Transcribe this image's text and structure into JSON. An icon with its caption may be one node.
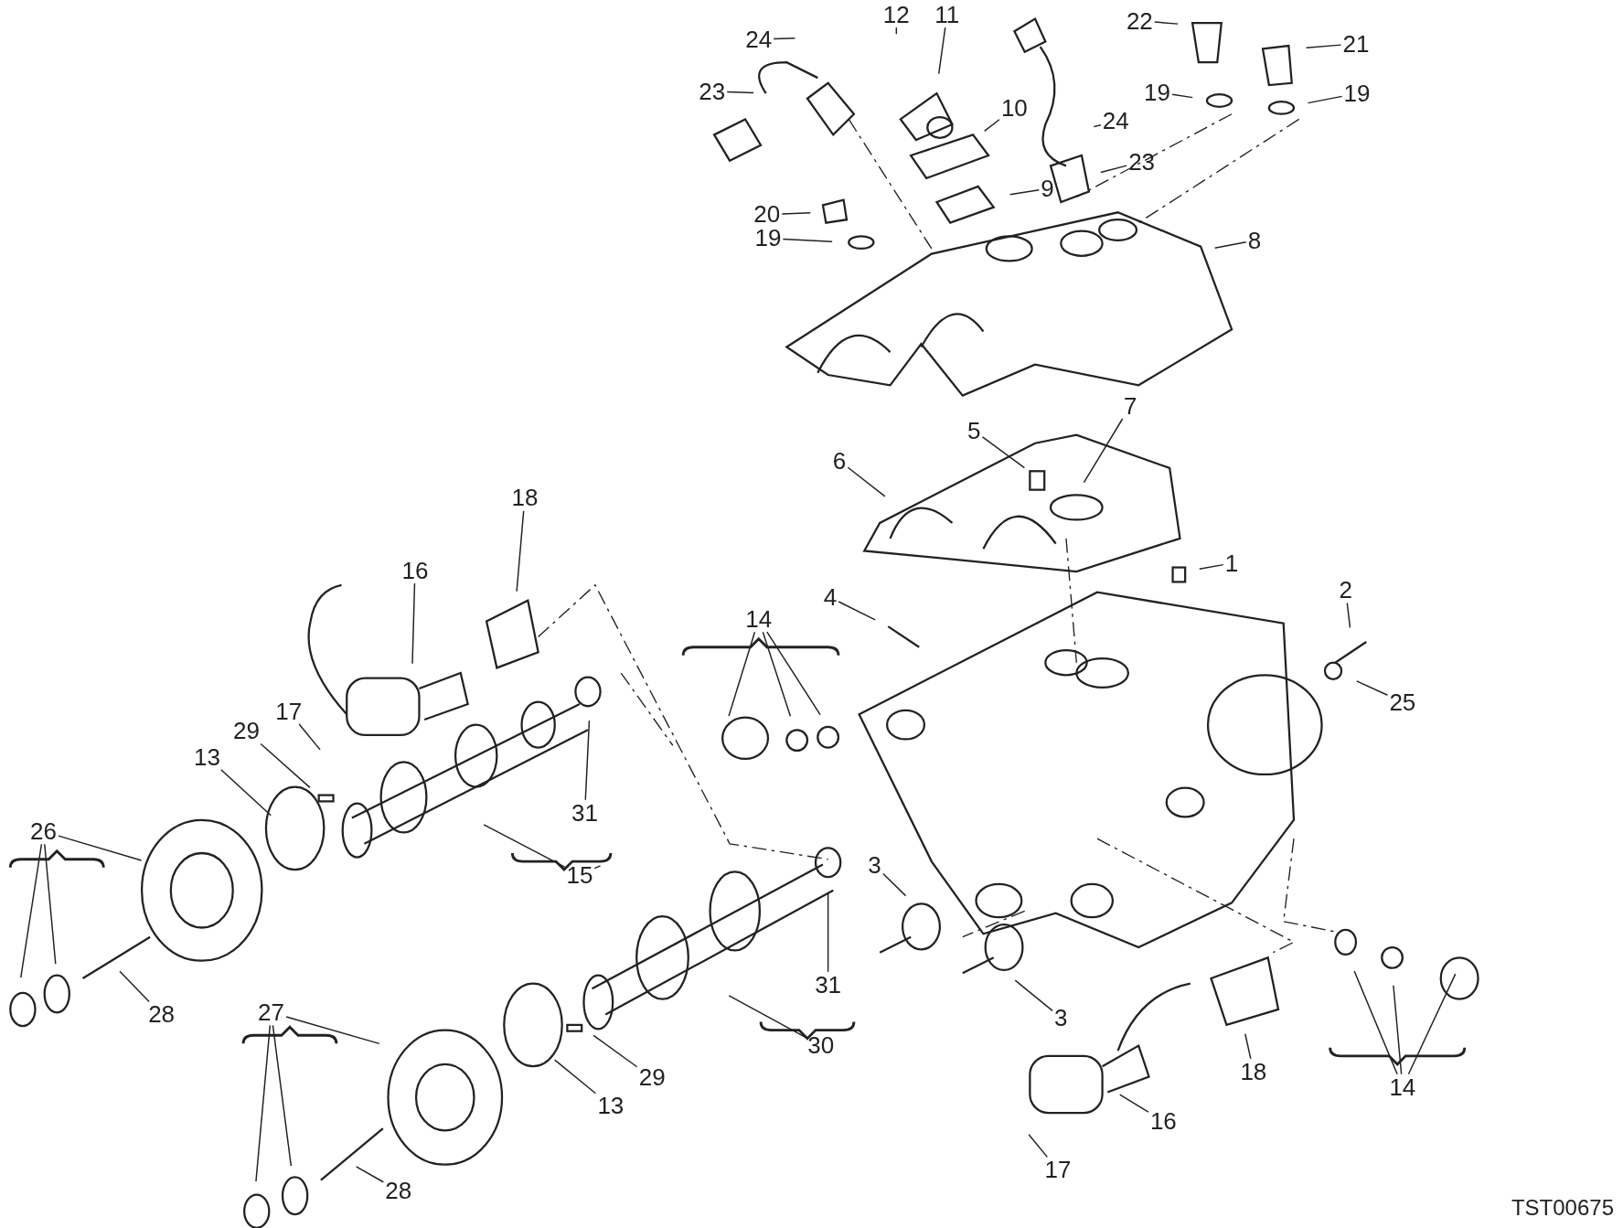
{
  "diagram": {
    "nodes": [
      {
        "text": [
          "24"
        ]
      },
      {
        "text": [
          "12"
        ]
      },
      {
        "text": [
          "11"
        ]
      },
      {
        "text": [
          "23"
        ]
      },
      {
        "text": [
          "22"
        ]
      },
      {
        "text": [
          "21"
        ]
      },
      {
        "text": [
          "19"
        ]
      },
      {
        "text": [
          "19"
        ]
      },
      {
        "text": [
          "10"
        ]
      },
      {
        "text": [
          "24"
        ]
      },
      {
        "text": [
          "23"
        ]
      },
      {
        "text": [
          "9"
        ]
      },
      {
        "text": [
          "20"
        ]
      },
      {
        "text": [
          "19"
        ]
      },
      {
        "text": [
          "8"
        ]
      },
      {
        "text": [
          "7"
        ]
      },
      {
        "text": [
          "5"
        ]
      },
      {
        "text": [
          "6"
        ]
      },
      {
        "text": [
          "18"
        ]
      },
      {
        "text": [
          "16"
        ]
      },
      {
        "text": [
          "1"
        ]
      },
      {
        "text": [
          "4"
        ]
      },
      {
        "text": [
          "14"
        ]
      },
      {
        "text": [
          "2"
        ]
      },
      {
        "text": [
          "25"
        ]
      },
      {
        "text": [
          "17"
        ]
      },
      {
        "text": [
          "29"
        ]
      },
      {
        "text": [
          "13"
        ]
      },
      {
        "text": [
          "31"
        ]
      },
      {
        "text": [
          "15"
        ]
      },
      {
        "text": [
          "26"
        ]
      },
      {
        "text": [
          "3"
        ]
      },
      {
        "text": [
          "31"
        ]
      },
      {
        "text": [
          "28"
        ]
      },
      {
        "text": [
          "30"
        ]
      },
      {
        "text": [
          "3"
        ]
      },
      {
        "text": [
          "18"
        ]
      },
      {
        "text": [
          "14"
        ]
      },
      {
        "text": [
          "27"
        ]
      },
      {
        "text": [
          "13"
        ]
      },
      {
        "text": [
          "29"
        ]
      },
      {
        "text": [
          "16"
        ]
      },
      {
        "text": [
          "28"
        ]
      },
      {
        "text": [
          "17"
        ]
      }
    ],
    "edges": [
      {
        "from": 0,
        "to": null,
        "arrow": "none"
      },
      {
        "from": 1,
        "to": null,
        "arrow": "none"
      },
      {
        "from": 2,
        "to": null,
        "arrow": "none"
      },
      {
        "from": 3,
        "to": null,
        "arrow": "none"
      },
      {
        "from": 4,
        "to": null,
        "arrow": "none"
      },
      {
        "from": 5,
        "to": null,
        "arrow": "none"
      },
      {
        "from": 6,
        "to": null,
        "arrow": "none"
      },
      {
        "from": 7,
        "to": null,
        "arrow": "none"
      },
      {
        "from": 8,
        "to": null,
        "arrow": "none"
      },
      {
        "from": 9,
        "to": null,
        "arrow": "none"
      },
      {
        "from": 10,
        "to": null,
        "arrow": "none"
      },
      {
        "from": 11,
        "to": null,
        "arrow": "none"
      },
      {
        "from": 12,
        "to": null,
        "arrow": "none"
      },
      {
        "from": 13,
        "to": null,
        "arrow": "none"
      },
      {
        "from": 14,
        "to": null,
        "arrow": "none"
      },
      {
        "from": 15,
        "to": null,
        "arrow": "none"
      },
      {
        "from": 16,
        "to": null,
        "arrow": "none"
      },
      {
        "from": 17,
        "to": null,
        "arrow": "none"
      },
      {
        "from": 18,
        "to": null,
        "arrow": "none"
      },
      {
        "from": 19,
        "to": null,
        "arrow": "none"
      },
      {
        "from": 20,
        "to": null,
        "arrow": "none"
      },
      {
        "from": 21,
        "to": null,
        "arrow": "none"
      },
      {
        "from": 22,
        "to": null,
        "arrow": "none"
      },
      {
        "from": 22,
        "to": null,
        "arrow": "none"
      },
      {
        "from": 22,
        "to": null,
        "arrow": "none"
      },
      {
        "from": 23,
        "to": null,
        "arrow": "none"
      },
      {
        "from": 24,
        "to": null,
        "arrow": "none"
      },
      {
        "from": 25,
        "to": null,
        "arrow": "none"
      },
      {
        "from": 26,
        "to": null,
        "arrow": "none"
      },
      {
        "from": 27,
        "to": null,
        "arrow": "none"
      },
      {
        "from": 28,
        "to": null,
        "arrow": "none"
      },
      {
        "from": 29,
        "to": null,
        "arrow": "none"
      },
      {
        "from": 29,
        "to": null,
        "arrow": "none"
      },
      {
        "from": 30,
        "to": null,
        "arrow": "none"
      },
      {
        "from": 30,
        "to": null,
        "arrow": "none"
      },
      {
        "from": 30,
        "to": null,
        "arrow": "none"
      },
      {
        "from": 31,
        "to": null,
        "arrow": "none"
      },
      {
        "from": 32,
        "to": null,
        "arrow": "none"
      },
      {
        "from": 33,
        "to": null,
        "arrow": "none"
      },
      {
        "from": 34,
        "to": null,
        "arrow": "none"
      },
      {
        "from": 35,
        "to": null,
        "arrow": "none"
      },
      {
        "from": 36,
        "to": null,
        "arrow": "none"
      },
      {
        "from": 37,
        "to": null,
        "arrow": "none"
      },
      {
        "from": 37,
        "to": null,
        "arrow": "none"
      },
      {
        "from": 37,
        "to": null,
        "arrow": "none"
      },
      {
        "from": 38,
        "to": null,
        "arrow": "none"
      },
      {
        "from": 38,
        "to": null,
        "arrow": "none"
      },
      {
        "from": 38,
        "to": null,
        "arrow": "none"
      },
      {
        "from": 39,
        "to": null,
        "arrow": "none"
      },
      {
        "from": 40,
        "to": null,
        "arrow": "none"
      },
      {
        "from": 41,
        "to": null,
        "arrow": "none"
      },
      {
        "from": 42,
        "to": null,
        "arrow": "none"
      },
      {
        "from": 43,
        "to": null,
        "arrow": "none"
      }
    ],
    "labels": [
      "TST00675"
    ]
  }
}
